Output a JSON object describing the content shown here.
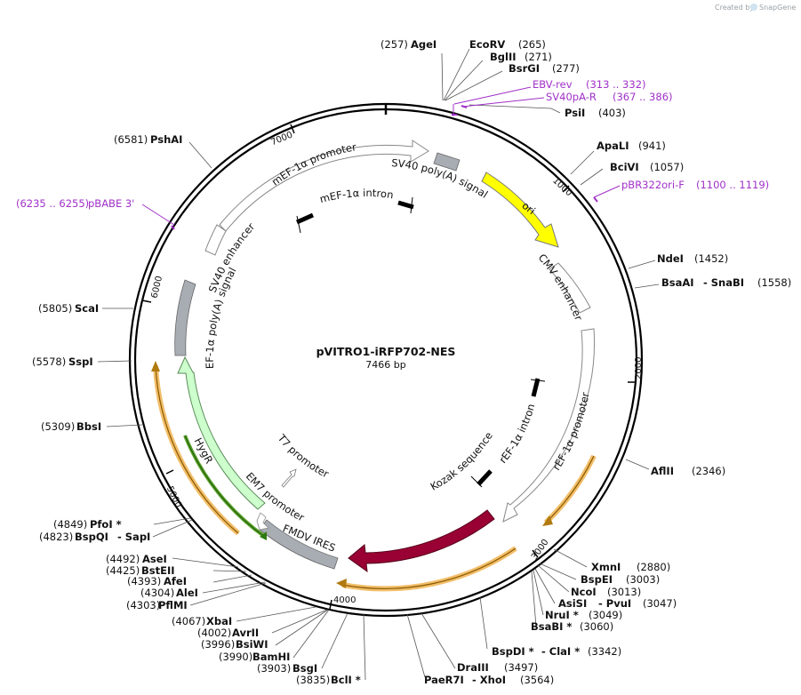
{
  "credit": {
    "created_by": "Created by",
    "brand": "SnapGene"
  },
  "plasmid": {
    "name": "pVITRO1-iRFP702-NES",
    "length": "7466 bp"
  },
  "ticks": [
    "1000",
    "2000",
    "3000",
    "4000",
    "5000",
    "6000",
    "7000"
  ],
  "features": {
    "mef_promoter": "mEF-1α promoter",
    "sv40_polya": "SV40 poly(A) signal",
    "ori": "ori",
    "mef_intron": "mEF-1α intron",
    "cmv_enhancer": "CMV enhancer",
    "ref_promoter": "rEF-1α promoter",
    "ref_intron": "rEF-1α intron",
    "kozak": "Kozak sequence",
    "irfp": "iRFP702",
    "fmdv": "FMDV IRES",
    "em7": "EM7 promoter",
    "t7": "T7 promoter",
    "hygr": "HygR",
    "ef1a_polya": "EF-1α poly(A) signal",
    "sv40_enhancer": "SV40 enhancer"
  },
  "primers": [
    {
      "name": "EBV-rev",
      "range": "(313 .. 332)"
    },
    {
      "name": "SV40pA-R",
      "range": "(367 .. 386)"
    },
    {
      "name": "pBR322ori-F",
      "range": "(1100 .. 1119)"
    },
    {
      "name": "pBABE 3'",
      "range": "(6235 .. 6255)"
    }
  ],
  "sites": {
    "agei": {
      "name": "AgeI",
      "pos": "(257)"
    },
    "ecorv": {
      "name": "EcoRV",
      "pos": "(265)"
    },
    "bglii": {
      "name": "BglII",
      "pos": "(271)"
    },
    "bsrgi": {
      "name": "BsrGI",
      "pos": "(277)"
    },
    "psii": {
      "name": "PsiI",
      "pos": "(403)"
    },
    "apali": {
      "name": "ApaLI",
      "pos": "(941)"
    },
    "bcivi": {
      "name": "BciVI",
      "pos": "(1057)"
    },
    "ndei": {
      "name": "NdeI",
      "pos": "(1452)"
    },
    "bsaai": {
      "name": "BsaAI",
      "name2": "- SnaBI",
      "pos": "(1558)"
    },
    "aflii": {
      "name": "AflII",
      "pos": "(2346)"
    },
    "xmni": {
      "name": "XmnI",
      "pos": "(2880)"
    },
    "bspei": {
      "name": "BspEI",
      "pos": "(3003)"
    },
    "ncoi": {
      "name": "NcoI",
      "pos": "(3013)"
    },
    "asisi": {
      "name": "AsiSI",
      "name2": "- PvuI",
      "pos": "(3047)"
    },
    "nrui": {
      "name": "NruI *",
      "pos": "(3049)"
    },
    "bsabi": {
      "name": "BsaBI *",
      "pos": "(3060)"
    },
    "bspdi": {
      "name": "BspDI *",
      "name2": "- ClaI *",
      "pos": "(3342)"
    },
    "draiii": {
      "name": "DraIII",
      "pos": "(3497)"
    },
    "paer7i": {
      "name": "PaeR7I",
      "name2": "- XhoI",
      "pos": "(3564)"
    },
    "bcli": {
      "name": "BclI *",
      "pos": "(3835)"
    },
    "bsgi": {
      "name": "BsgI",
      "pos": "(3903)"
    },
    "bamhi": {
      "name": "BamHI",
      "pos": "(3990)"
    },
    "bsiwi": {
      "name": "BsiWI",
      "pos": "(3996)"
    },
    "avrii": {
      "name": "AvrII",
      "pos": "(4002)"
    },
    "xbai": {
      "name": "XbaI",
      "pos": "(4067)"
    },
    "pflmi": {
      "name": "PflMI",
      "pos": "(4303)"
    },
    "alei": {
      "name": "AleI",
      "pos": "(4304)"
    },
    "afei": {
      "name": "AfeI",
      "pos": "(4393)"
    },
    "bsteii": {
      "name": "BstEII",
      "pos": "(4425)"
    },
    "asei": {
      "name": "AseI",
      "pos": "(4492)"
    },
    "bspqi": {
      "name": "BspQI",
      "name2": "- SapI",
      "pos": "(4823)"
    },
    "pfoi": {
      "name": "PfoI *",
      "pos": "(4849)"
    },
    "bbsi": {
      "name": "BbsI",
      "pos": "(5309)"
    },
    "sspi": {
      "name": "SspI",
      "pos": "(5578)"
    },
    "scai": {
      "name": "ScaI",
      "pos": "(5805)"
    },
    "pshai": {
      "name": "PshAI",
      "pos": "(6581)"
    }
  },
  "colors": {
    "ori": "#ffff00",
    "irfp": "#990033",
    "hygr": "#ccffcc",
    "gray_feature": "#a8adb4",
    "primer": "#a030c8",
    "orf_highlight": "#f2be6a"
  }
}
